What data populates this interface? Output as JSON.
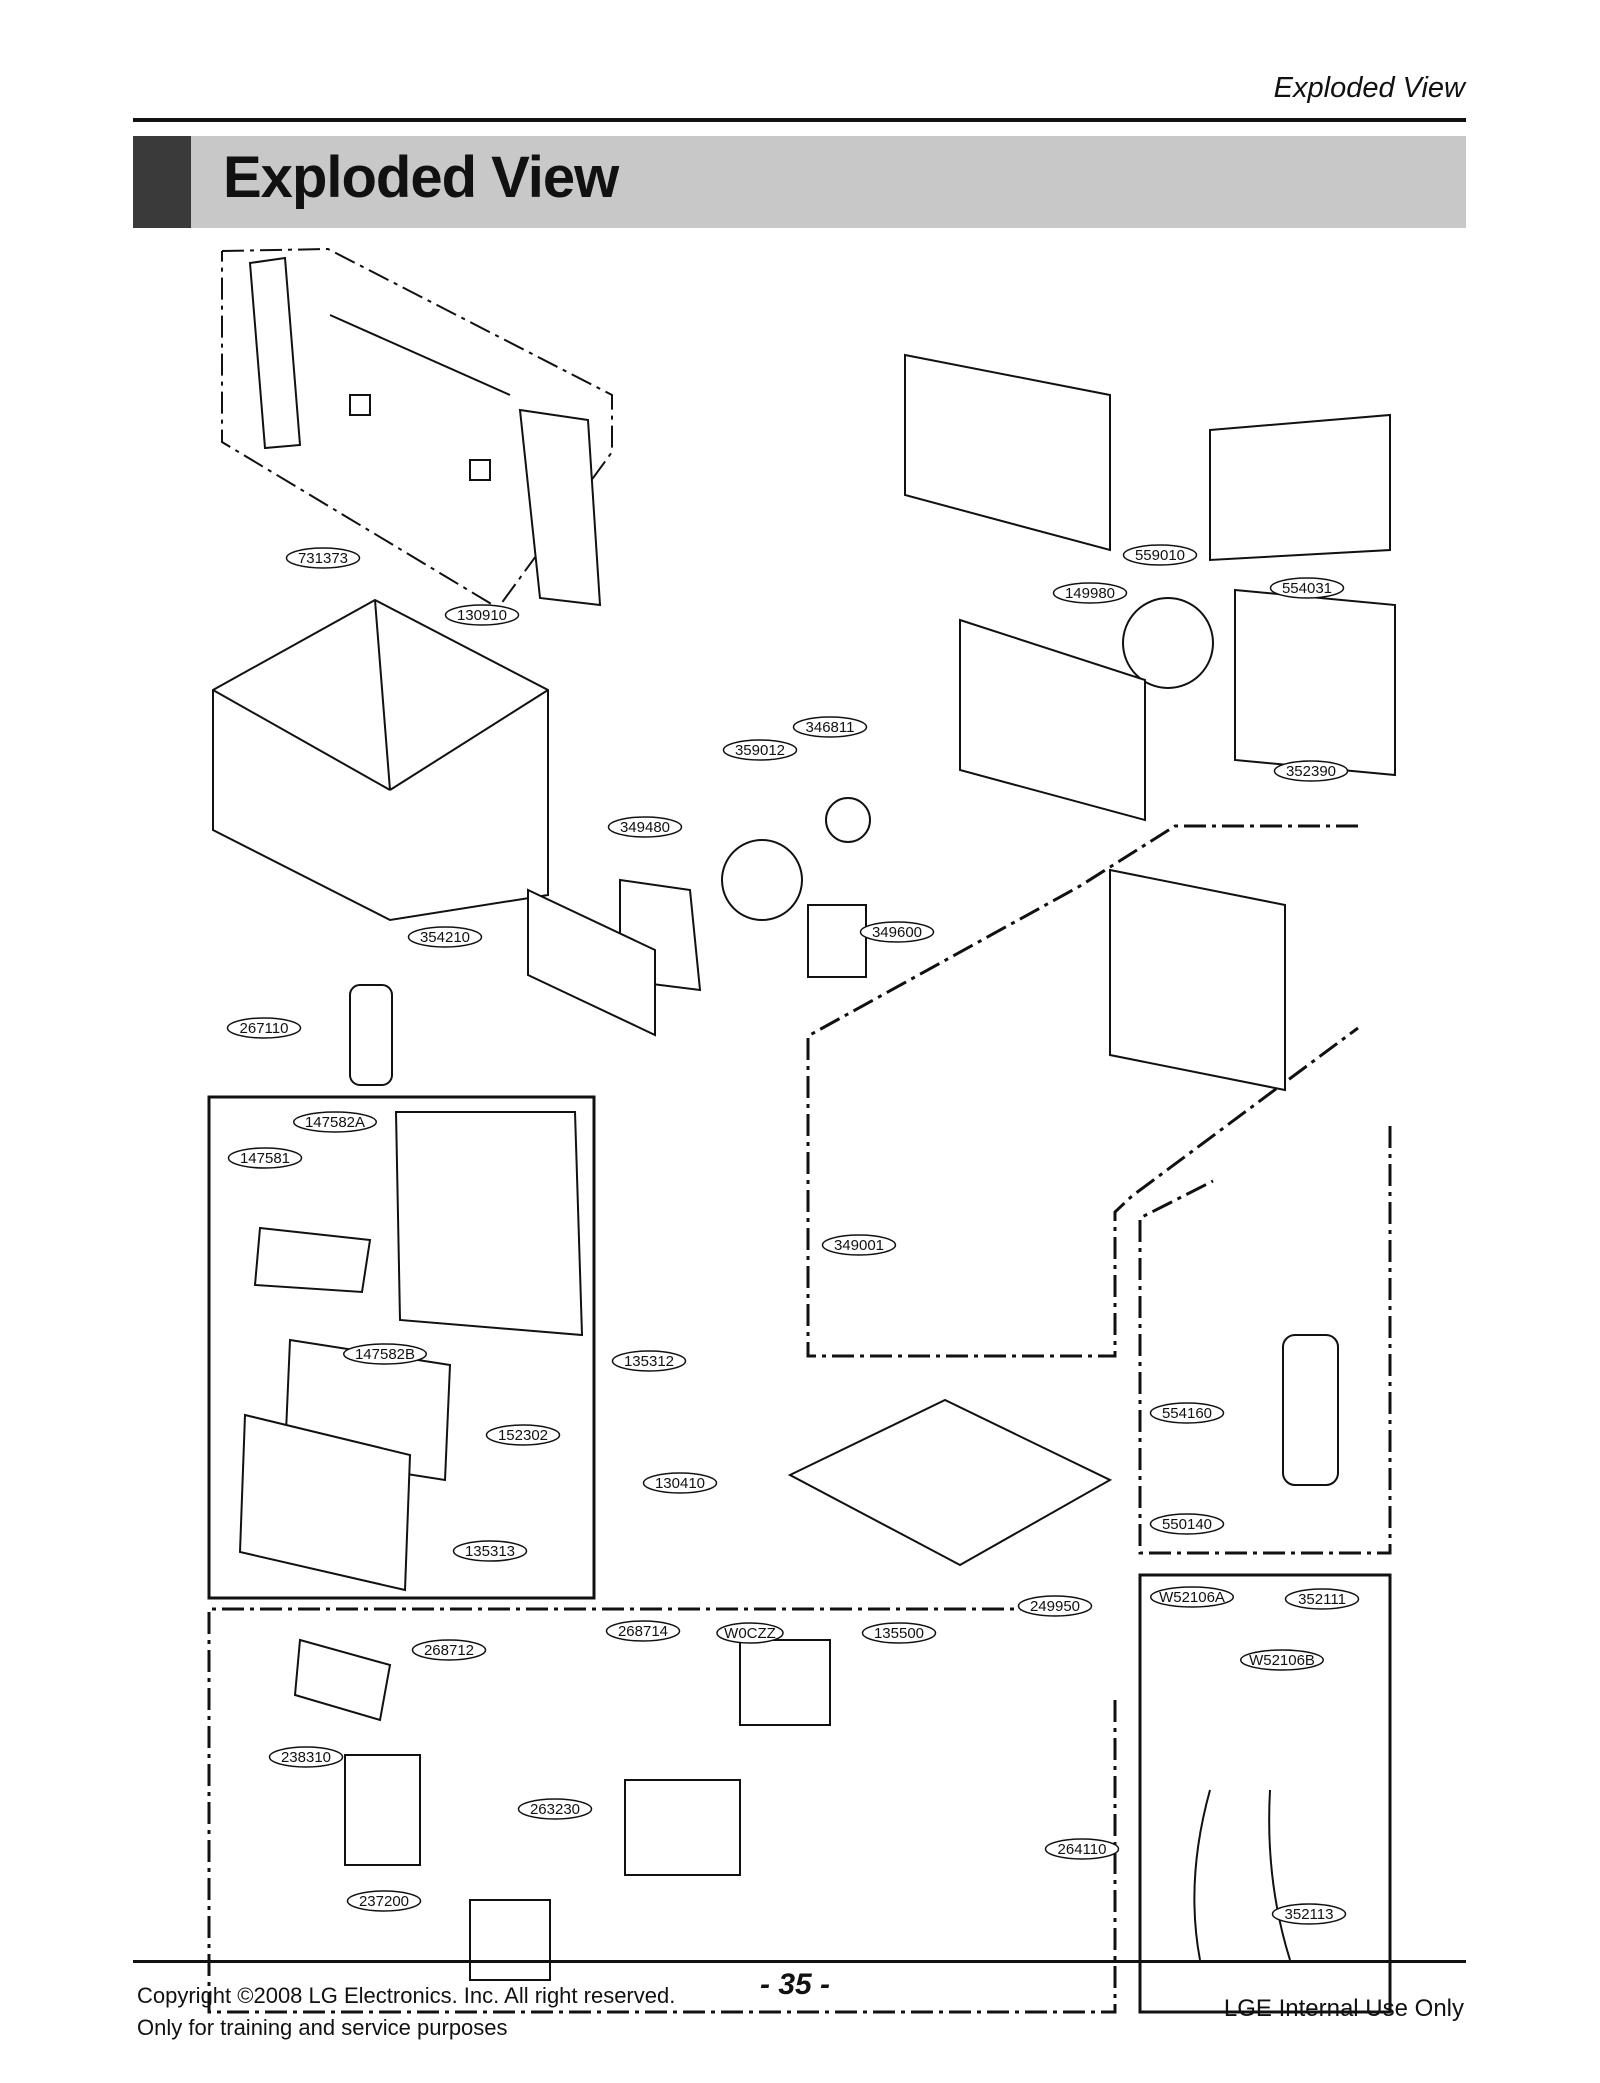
{
  "header": {
    "running_title": "Exploded View",
    "section_title": "Exploded View"
  },
  "diagram": {
    "part_labels": [
      "731373",
      "130910",
      "559010",
      "149980",
      "554031",
      "346811",
      "359012",
      "352390",
      "349480",
      "354210",
      "349600",
      "267110",
      "147582A",
      "147581",
      "349001",
      "147582B",
      "135312",
      "554160",
      "152302",
      "130410",
      "550140",
      "135313",
      "249950",
      "W52106A",
      "352111",
      "W52106B",
      "268714",
      "268712",
      "W0CZZ",
      "135500",
      "238310",
      "263230",
      "264110",
      "237200",
      "352113"
    ]
  },
  "footer": {
    "copyright_line1": "Copyright ©2008 LG Electronics. Inc. All right reserved.",
    "copyright_line2": "Only for training and service purposes",
    "page_number": "- 35 -",
    "internal_note": "LGE Internal Use Only"
  },
  "colors": {
    "ink": "#111111",
    "title_band": "#c8c8c8",
    "title_block": "#3a3a3a"
  }
}
